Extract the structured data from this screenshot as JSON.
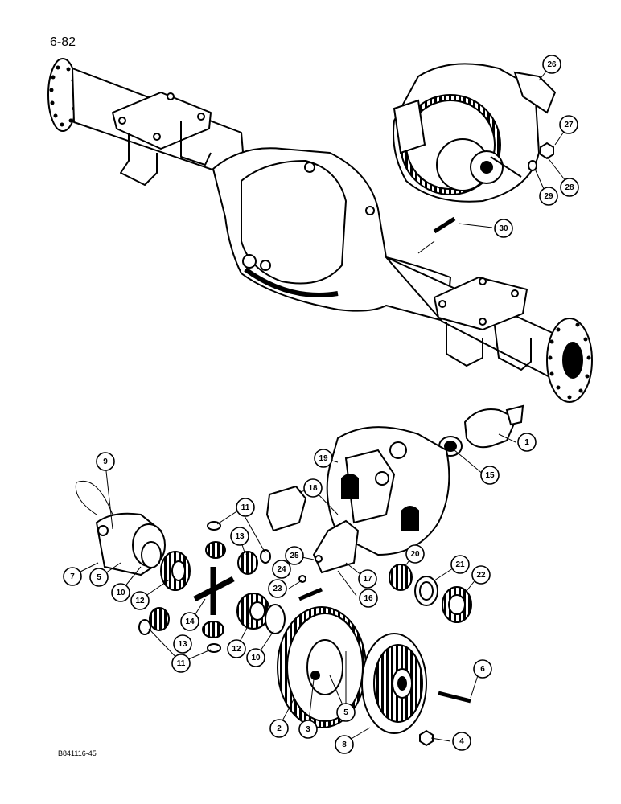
{
  "page": {
    "number": "6-82",
    "figure_code": "B841116-45"
  },
  "callouts": [
    {
      "id": "c1",
      "label": "1"
    },
    {
      "id": "c2",
      "label": "2"
    },
    {
      "id": "c3",
      "label": "3"
    },
    {
      "id": "c4",
      "label": "4"
    },
    {
      "id": "c5a",
      "label": "5"
    },
    {
      "id": "c5b",
      "label": "5"
    },
    {
      "id": "c5c",
      "label": "5"
    },
    {
      "id": "c6",
      "label": "6"
    },
    {
      "id": "c7",
      "label": "7"
    },
    {
      "id": "c8",
      "label": "8"
    },
    {
      "id": "c9",
      "label": "9"
    },
    {
      "id": "c10a",
      "label": "10"
    },
    {
      "id": "c10b",
      "label": "10"
    },
    {
      "id": "c11a",
      "label": "11"
    },
    {
      "id": "c11b",
      "label": "11"
    },
    {
      "id": "c12a",
      "label": "12"
    },
    {
      "id": "c12b",
      "label": "12"
    },
    {
      "id": "c13a",
      "label": "13"
    },
    {
      "id": "c13b",
      "label": "13"
    },
    {
      "id": "c14",
      "label": "14"
    },
    {
      "id": "c15",
      "label": "15"
    },
    {
      "id": "c16",
      "label": "16"
    },
    {
      "id": "c17",
      "label": "17"
    },
    {
      "id": "c18",
      "label": "18"
    },
    {
      "id": "c19",
      "label": "19"
    },
    {
      "id": "c20",
      "label": "20"
    },
    {
      "id": "c21",
      "label": "21"
    },
    {
      "id": "c22",
      "label": "22"
    },
    {
      "id": "c23",
      "label": "23"
    },
    {
      "id": "c24",
      "label": "24"
    },
    {
      "id": "c25",
      "label": "25"
    },
    {
      "id": "c26",
      "label": "26"
    },
    {
      "id": "c27",
      "label": "27"
    },
    {
      "id": "c28",
      "label": "28"
    },
    {
      "id": "c29",
      "label": "29"
    },
    {
      "id": "c30",
      "label": "30"
    }
  ]
}
